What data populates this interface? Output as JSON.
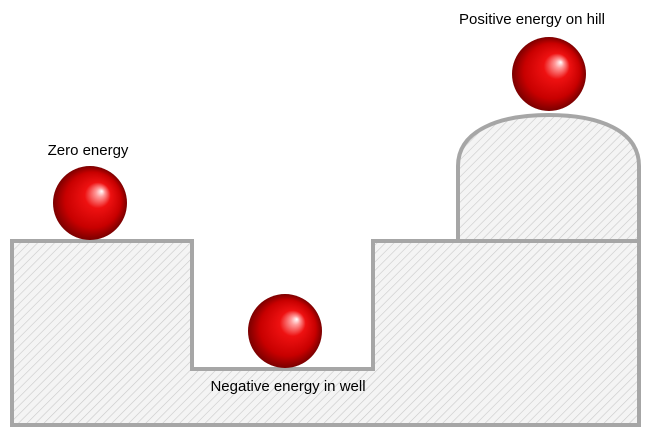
{
  "labels": {
    "zero": "Zero energy",
    "negative": "Negative energy in well",
    "positive": "Positive energy on hill"
  },
  "colors": {
    "terrain_stroke": "#a6a6a6",
    "terrain_fill": "#f4f4f4",
    "hatch": "#c9c9c9",
    "ball": "#e00000",
    "ball_dark": "#7a0000",
    "ball_highlight": "#ffffff"
  }
}
